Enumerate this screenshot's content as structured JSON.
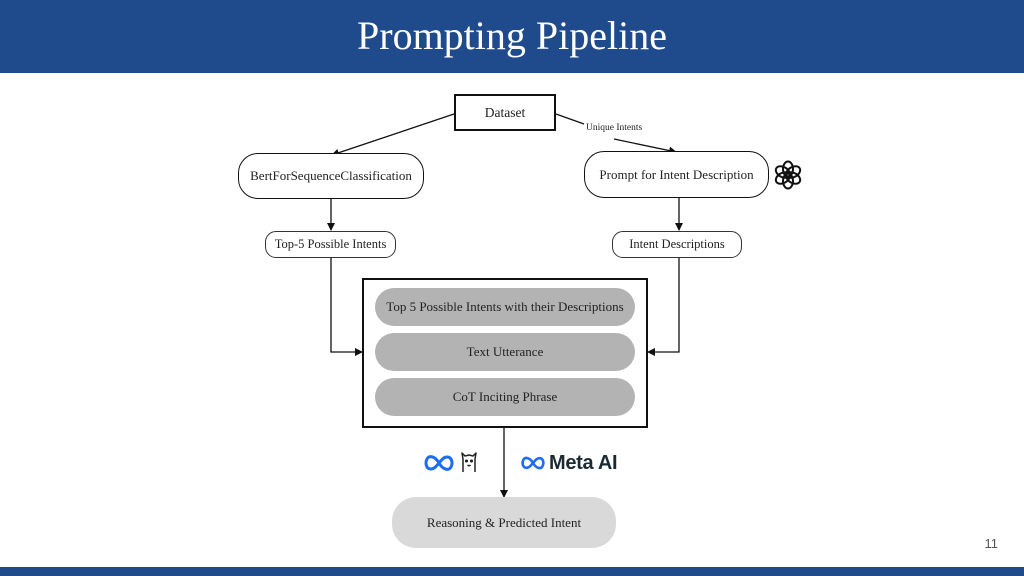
{
  "slide": {
    "title": "Prompting Pipeline",
    "page_number": "11"
  },
  "diagram": {
    "nodes": {
      "dataset": "Dataset",
      "bert": "BertForSequenceClassification",
      "prompt": "Prompt for Intent Description",
      "top5": "Top-5 Possible Intents",
      "intent_desc": "Intent Descriptions",
      "prompt_top5": "Top 5 Possible Intents with their Descriptions",
      "text_utterance": "Text Utterance",
      "cot": "CoT Inciting Phrase",
      "reasoning": "Reasoning & Predicted Intent"
    },
    "edge_labels": {
      "unique_intents": "Unique Intents"
    },
    "logos": {
      "meta_ai": "Meta AI",
      "openai_icon": "openai-icon",
      "llama_icon": "llama-icon",
      "meta_icon": "meta-infinity-icon"
    }
  },
  "colors": {
    "header": "#1f4a8b",
    "meta_blue": "#1e6cf2",
    "gray_box": "#b3b3b3",
    "light_gray_box": "#d9d9d9"
  }
}
